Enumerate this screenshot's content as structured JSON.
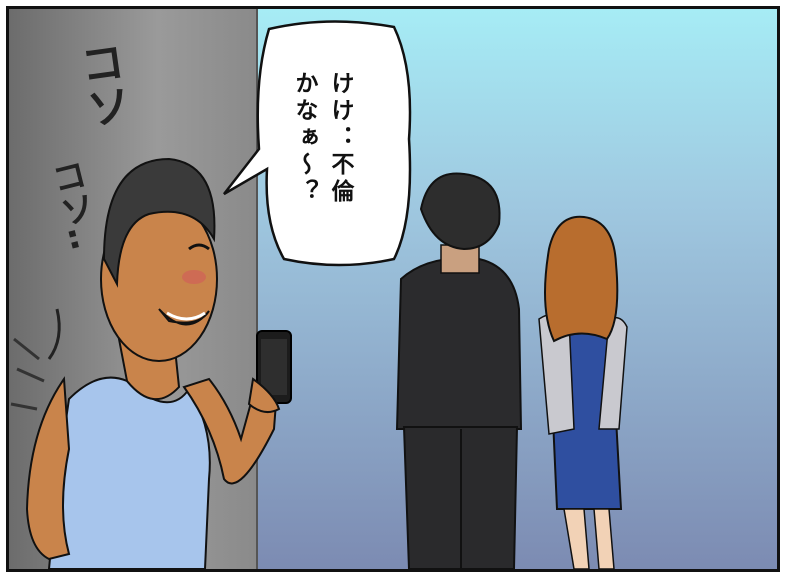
{
  "speech": {
    "line1": "けけ：不倫",
    "line2": "かなぁ～？"
  },
  "sfx": {
    "first": "コソ",
    "second": "コソ‥"
  },
  "colors": {
    "sky_top": "#a6ecf5",
    "sky_bottom": "#7f8fb6",
    "wall": "#8e8e8e",
    "tank_top": "#a9c6ec",
    "skin": "#c9844b",
    "suit": "#2b2b2d",
    "hair_woman": "#b86d2e",
    "dress": "#2f4fa0"
  }
}
